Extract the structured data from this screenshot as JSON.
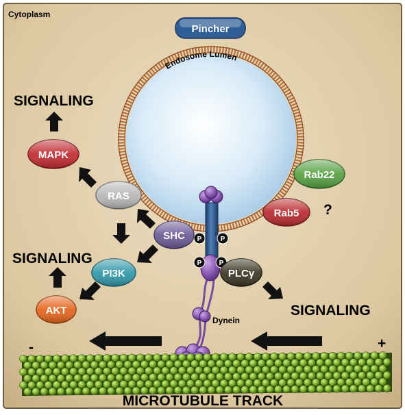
{
  "compartment_label": "Cytoplasm",
  "endosome_label": "Endosome Lumen",
  "pincher_label": "Pincher",
  "nodes": {
    "mapk": "MAPK",
    "ras": "RAS",
    "shc": "SHC",
    "pi3k": "PI3K",
    "akt": "AKT",
    "plcg": "PLCγ",
    "rab22": "Rab22",
    "rab5": "Rab5"
  },
  "question_mark": "?",
  "phospho_label": "P",
  "signaling_labels": [
    "SIGNALING",
    "SIGNALING",
    "SIGNALING"
  ],
  "dynein_label": "Dynein",
  "microtubule_label": "MICROTUBULE TRACK",
  "minus_end": "-",
  "plus_end": "+",
  "colors": {
    "background": "#e2cfac",
    "mapk": "#c0292f",
    "ras": "#b7b7b7",
    "shc": "#6a5a96",
    "pi3k": "#2f97a8",
    "akt": "#e5641a",
    "plcg": "#3a3422",
    "rab22": "#56a040",
    "rab5": "#b8292d",
    "pincher": "#2f5d96",
    "dynein": "#8a58b3",
    "microtubule": "#7eaf2c",
    "lumen": "#cfe4f4",
    "membrane": "#b46a36"
  }
}
